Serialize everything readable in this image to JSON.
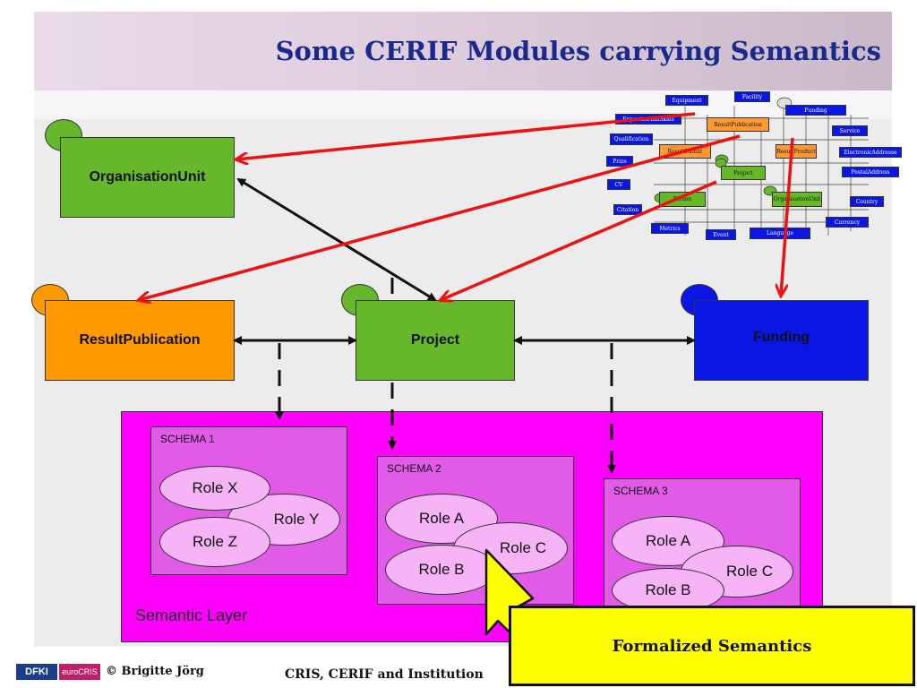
{
  "slide": {
    "title": "Some CERIF Modules carrying Semantics",
    "semantic_layer_label": "Semantic Layer",
    "callout": "Formalized Semantics"
  },
  "entities": {
    "organisation_unit": "OrganisationUnit",
    "result_publication": "ResultPublication",
    "project": "Project",
    "funding": "Funding"
  },
  "schemas": [
    {
      "label": "SCHEMA 1",
      "roles": [
        "Role X",
        "Role Y",
        "Role Z"
      ]
    },
    {
      "label": "SCHEMA 2",
      "roles": [
        "Role A",
        "Role C",
        "Role B"
      ]
    },
    {
      "label": "SCHEMA 3",
      "roles": [
        "Role A",
        "Role C",
        "Role B"
      ]
    }
  ],
  "mini_model": {
    "equipment": "Equipment",
    "facility": "Facility",
    "funding": "Funding",
    "expertise": "ExpertiseAndSkills",
    "result_publication": "ResultPublication",
    "service": "Service",
    "qualification": "Qualification",
    "result_patent": "ResultPatent",
    "result_product": "ResultProduct",
    "electronic_address": "ElectronicAddresse",
    "prize": "Prize",
    "project": "Project",
    "postal_address": "PostalAddress",
    "cv": "CV",
    "person": "Person",
    "organisation_unit": "OrganisationUnit",
    "country": "Country",
    "citation": "Citation",
    "currency": "Currency",
    "metrics": "Metrics",
    "event": "Event",
    "language": "Language"
  },
  "footer": {
    "logo_dfki": "DFKI",
    "logo_eurocris": "euroCRIS",
    "author": "© Brigitte Jörg",
    "talk": "CRIS, CERIF and Institution"
  },
  "colors": {
    "entity_green": "#66b82a",
    "entity_orange": "#ff9900",
    "entity_blue": "#0a16e6",
    "semantic_layer": "#ff00ff",
    "schema": "#e15ae8",
    "role": "#f6b3f6",
    "callout": "#ffff00",
    "title": "#1a2a8c",
    "red_arrow": "#ee1111"
  }
}
